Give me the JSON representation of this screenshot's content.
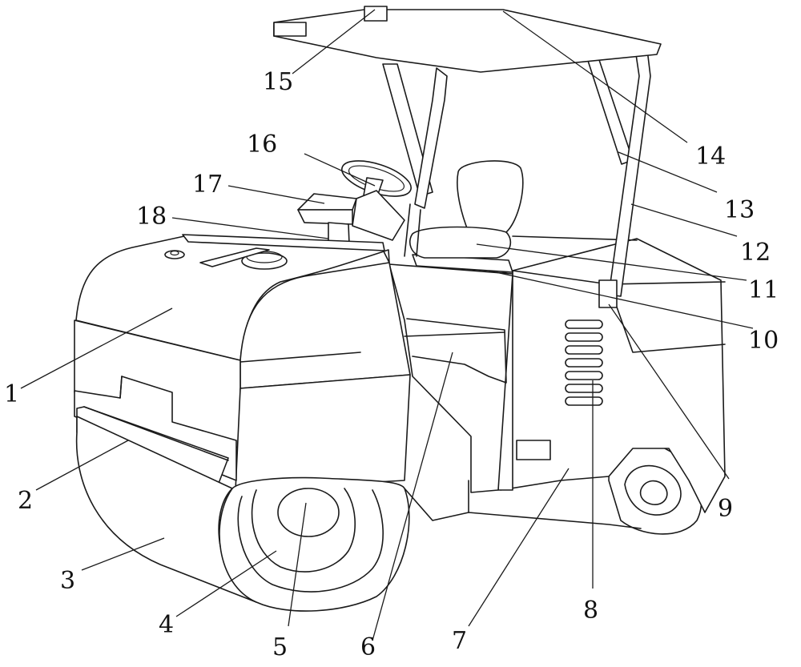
{
  "figure": {
    "labels": [
      {
        "id": "l1",
        "text": "1"
      },
      {
        "id": "l2",
        "text": "2"
      },
      {
        "id": "l3",
        "text": "3"
      },
      {
        "id": "l4",
        "text": "4"
      },
      {
        "id": "l5",
        "text": "5"
      },
      {
        "id": "l6",
        "text": "6"
      },
      {
        "id": "l7",
        "text": "7"
      },
      {
        "id": "l8",
        "text": "8"
      },
      {
        "id": "l9",
        "text": "9"
      },
      {
        "id": "l10",
        "text": "10"
      },
      {
        "id": "l11",
        "text": "11"
      },
      {
        "id": "l12",
        "text": "12"
      },
      {
        "id": "l13",
        "text": "13"
      },
      {
        "id": "l14",
        "text": "14"
      },
      {
        "id": "l15",
        "text": "15"
      },
      {
        "id": "l16",
        "text": "16"
      },
      {
        "id": "l17",
        "text": "17"
      },
      {
        "id": "l18",
        "text": "18"
      }
    ]
  }
}
